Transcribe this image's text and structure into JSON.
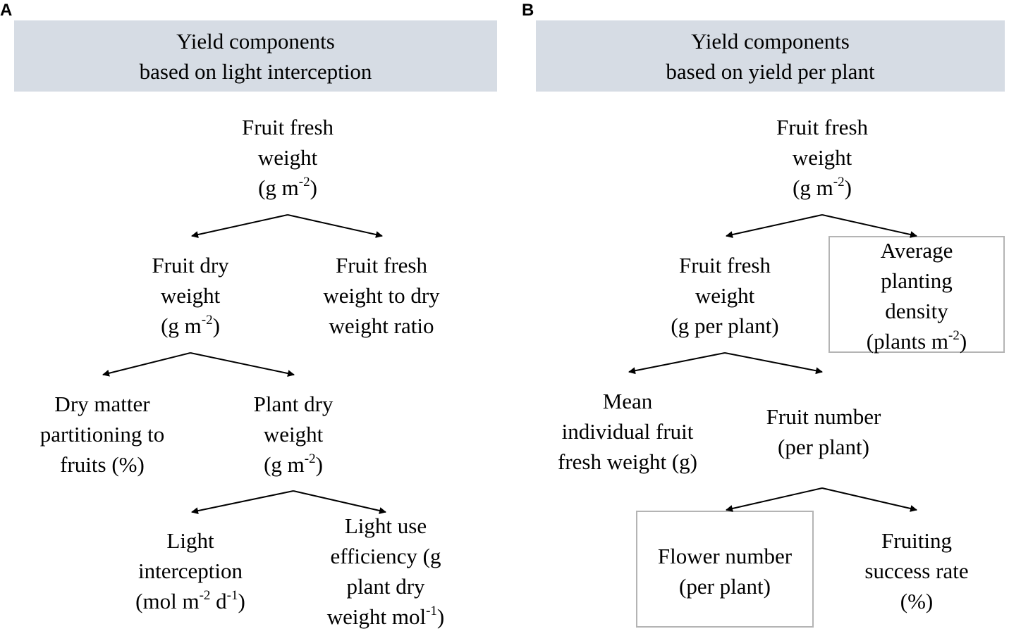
{
  "panels": {
    "a": {
      "label": "A",
      "header": [
        "Yield components",
        "based on light interception"
      ],
      "nodes": {
        "root": {
          "lines": [
            "Fruit fresh",
            "weight"
          ],
          "unit": {
            "pre": "(g m",
            "sup": "-2",
            "post": ")"
          }
        },
        "dry_weight": {
          "lines": [
            "Fruit dry",
            "weight"
          ],
          "unit": {
            "pre": "(g m",
            "sup": "-2",
            "post": ")"
          }
        },
        "ratio": {
          "lines": [
            "Fruit fresh",
            "weight to dry",
            "weight ratio"
          ]
        },
        "partitioning": {
          "lines": [
            "Dry matter",
            "partitioning to",
            "fruits (%)"
          ]
        },
        "plant_dry": {
          "lines": [
            "Plant dry",
            "weight"
          ],
          "unit": {
            "pre": "(g m",
            "sup": "-2",
            "post": ")"
          }
        },
        "light_interception": {
          "lines": [
            "Light",
            "interception"
          ],
          "unit": {
            "pre": "(mol m",
            "sup": "-2",
            "mid": " d",
            "sup2": "-1",
            "post": ")"
          }
        },
        "lue": {
          "lines": [
            "Light use",
            "efficiency (g",
            "plant dry"
          ],
          "unit": {
            "pre": "weight mol",
            "sup": "-1",
            "post": ")"
          }
        }
      }
    },
    "b": {
      "label": "B",
      "header": [
        "Yield components",
        "based on yield per plant"
      ],
      "nodes": {
        "root": {
          "lines": [
            "Fruit fresh",
            "weight"
          ],
          "unit": {
            "pre": "(g m",
            "sup": "-2",
            "post": ")"
          }
        },
        "per_plant": {
          "lines": [
            "Fruit fresh",
            "weight",
            "(g per plant)"
          ]
        },
        "density": {
          "lines": [
            "Average",
            "planting",
            "density"
          ],
          "unit": {
            "pre": "(plants m",
            "sup": "-2",
            "post": ")"
          }
        },
        "mean_weight": {
          "lines": [
            "Mean",
            "individual fruit",
            "fresh weight (g)"
          ]
        },
        "fruit_number": {
          "lines": [
            "Fruit number",
            "(per plant)"
          ]
        },
        "flower_number": {
          "lines": [
            "Flower number",
            "(per plant)"
          ]
        },
        "fruiting_rate": {
          "lines": [
            "Fruiting",
            "success rate",
            "(%)"
          ]
        }
      }
    }
  },
  "colors": {
    "header_bg": "#d6dce4",
    "box_border": "#b4b4b4",
    "arrow": "#000000"
  }
}
